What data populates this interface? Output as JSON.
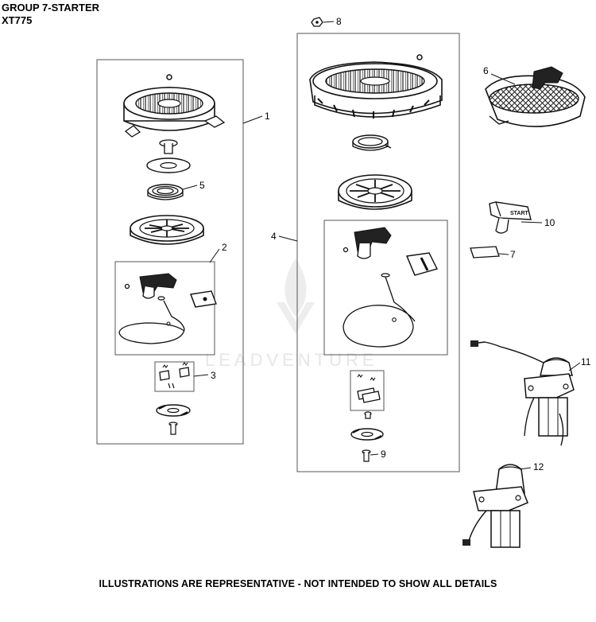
{
  "header": {
    "title": "GROUP 7-STARTER",
    "model": "XT775"
  },
  "watermark": "LEADVENTURE",
  "callouts": {
    "c1": "1",
    "c2": "2",
    "c3": "3",
    "c4": "4",
    "c5": "5",
    "c6": "6",
    "c7": "7",
    "c8": "8",
    "c9": "9",
    "c10": "10",
    "c11": "11",
    "c12": "12"
  },
  "handle_label": "START",
  "footer": "ILLUSTRATIONS ARE REPRESENTATIVE - NOT INTENDED TO SHOW ALL DETAILS"
}
